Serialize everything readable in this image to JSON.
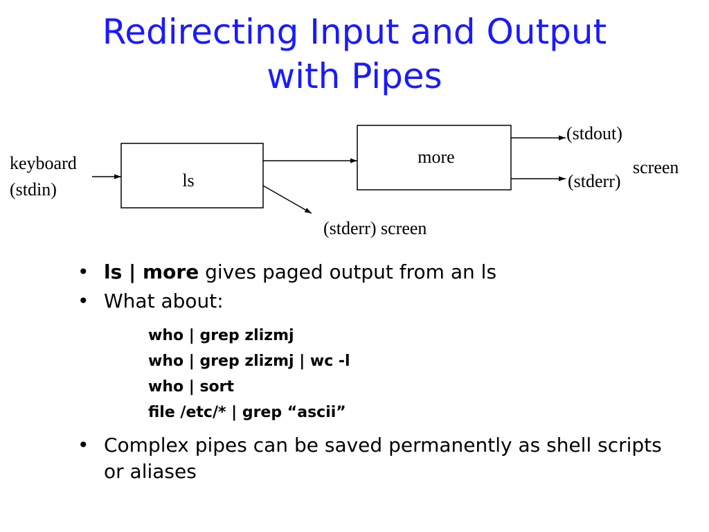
{
  "title": {
    "line1": "Redirecting Input and Output",
    "line2": "with Pipes"
  },
  "diagram": {
    "keyboard_label": "keyboard",
    "stdin_label": "(stdin)",
    "ls_box": "ls",
    "more_box": "more",
    "stdout_label": "(stdout)",
    "stderr_label": "(stderr)",
    "screen_label": "screen",
    "ls_stderr_label": "(stderr) screen"
  },
  "bullets": [
    {
      "bold": "ls | more",
      "text": " gives paged output from an ls"
    },
    {
      "text": "What about:"
    },
    {
      "text": "Complex pipes can be saved permanently as shell scripts or aliases"
    }
  ],
  "commands": [
    "who | grep zlizmj",
    "who | grep zlizmj | wc -l",
    "who | sort",
    "file /etc/* | grep “ascii”"
  ],
  "bullet_symbol": "•"
}
